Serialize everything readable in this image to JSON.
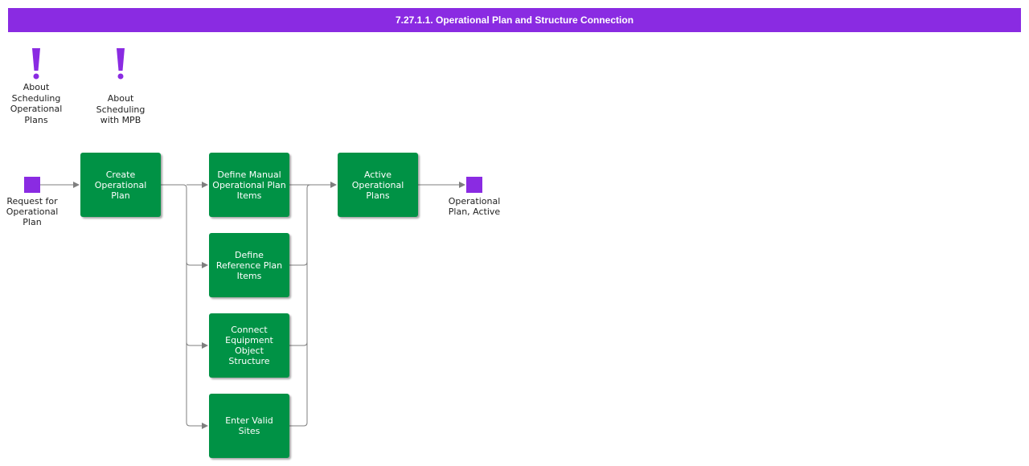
{
  "header": {
    "title": "7.27.1.1. Operational Plan and Structure Connection"
  },
  "colors": {
    "header_bg": "#8a2be2",
    "event": "#8a2be2",
    "step": "#009245",
    "connector": "#7f7f7f"
  },
  "notes": [
    {
      "icon": "exclamation-icon",
      "label": "About\nScheduling\nOperational\nPlans"
    },
    {
      "icon": "exclamation-icon",
      "label": "About\nScheduling\nwith MPB"
    }
  ],
  "events": {
    "start": {
      "label": "Request for\nOperational\nPlan"
    },
    "end": {
      "label": "Operational\nPlan, Active"
    }
  },
  "steps": {
    "create_plan": "Create\nOperational\nPlan",
    "define_manual": "Define Manual\nOperational Plan\nItems",
    "define_reference": "Define\nReference Plan\nItems",
    "connect_equipment": "Connect\nEquipment\nObject\nStructure",
    "enter_sites": "Enter Valid\nSites",
    "active_plans": "Active\nOperational\nPlans"
  }
}
